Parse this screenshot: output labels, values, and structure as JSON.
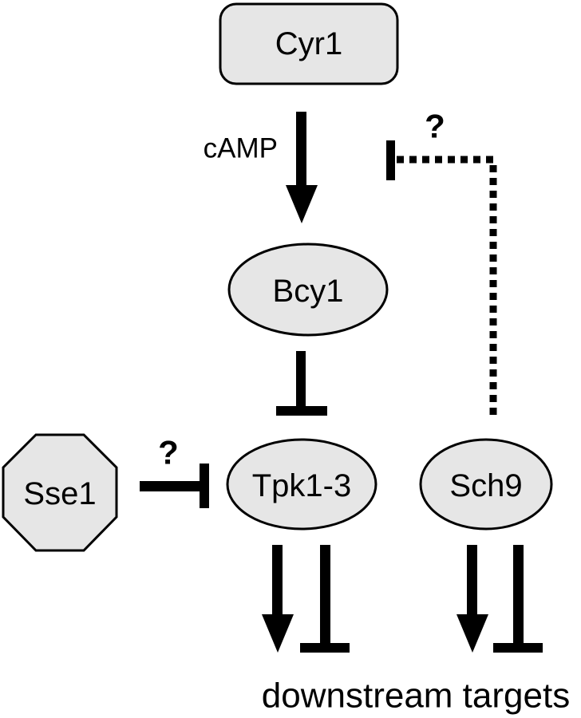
{
  "colors": {
    "node_fill": "#e6e6e6",
    "stroke": "#000000",
    "background": "#ffffff"
  },
  "nodes": {
    "cyr1": {
      "label": "Cyr1",
      "shape": "rounded-rectangle"
    },
    "bcy1": {
      "label": "Bcy1",
      "shape": "ellipse"
    },
    "tpk": {
      "label": "Tpk1-3",
      "shape": "ellipse"
    },
    "sch9": {
      "label": "Sch9",
      "shape": "ellipse"
    },
    "sse1": {
      "label": "Sse1",
      "shape": "octagon"
    }
  },
  "edges": {
    "cyr1_to_bcy1": {
      "type": "activation",
      "label": "cAMP"
    },
    "bcy1_to_tpk": {
      "type": "inhibition"
    },
    "sse1_to_tpk": {
      "type": "inhibition",
      "label": "?"
    },
    "sch9_to_camp": {
      "type": "inhibition",
      "style": "dotted",
      "label": "?"
    },
    "tpk_downstream": {
      "types": [
        "activation",
        "inhibition"
      ]
    },
    "sch9_downstream": {
      "types": [
        "activation",
        "inhibition"
      ]
    }
  },
  "footer": {
    "label": "downstream targets"
  }
}
